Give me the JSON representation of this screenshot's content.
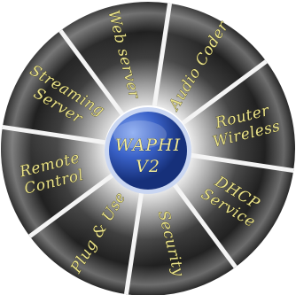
{
  "hub": {
    "line1": "WAPHI",
    "line2": "V2"
  },
  "segments": [
    {
      "id": "web-server",
      "lines": [
        "Web server"
      ]
    },
    {
      "id": "audio-coder",
      "lines": [
        "Audio Coder"
      ]
    },
    {
      "id": "router-wireless",
      "lines": [
        "Router",
        "Wireless"
      ]
    },
    {
      "id": "dhcp-service",
      "lines": [
        "DHCP",
        "Service"
      ]
    },
    {
      "id": "security",
      "lines": [
        "Security"
      ]
    },
    {
      "id": "plug-use",
      "lines": [
        "Plug & Use"
      ]
    },
    {
      "id": "remote-control",
      "lines": [
        "Remote",
        "Control"
      ]
    },
    {
      "id": "streaming-server",
      "lines": [
        "Streaming",
        "Server"
      ]
    }
  ],
  "colors": {
    "label": "#e9e28c",
    "hub_blue": "#2f55b8",
    "hub_ring": "#a9c0ee",
    "divider": "#f4f4f4",
    "segment_dark": "#1a1a1a",
    "segment_light": "#d9d9d9"
  }
}
